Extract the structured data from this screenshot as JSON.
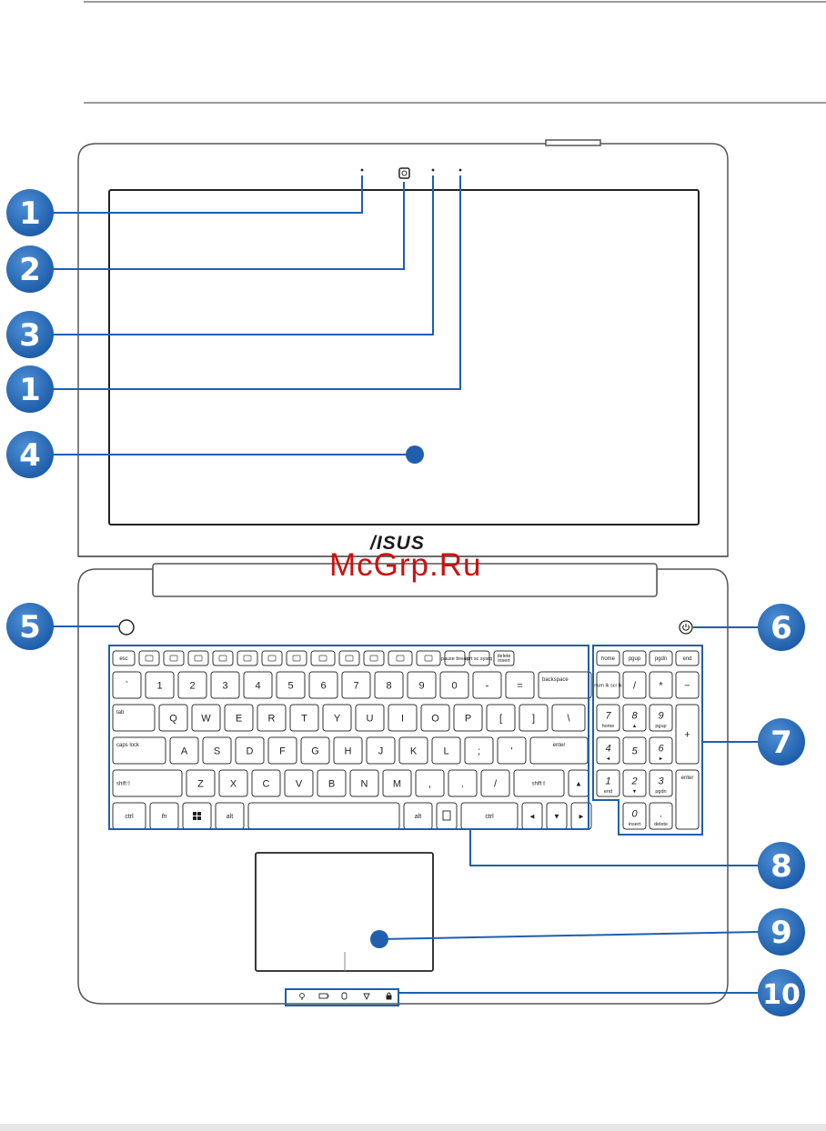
{
  "brand": "/ISUS",
  "watermark": "McGrp.Ru",
  "callouts": [
    "1",
    "2",
    "3",
    "1",
    "4",
    "5",
    "6",
    "7",
    "8",
    "9",
    "10"
  ],
  "keyboard": {
    "fn_row": [
      "esc",
      "",
      "",
      "",
      "",
      "",
      "",
      "",
      "",
      "",
      "",
      "",
      "",
      "pause break",
      "prt sc sysrq",
      "delete"
    ],
    "fn_row_sub": [
      "",
      "",
      "",
      "",
      "",
      "",
      "",
      "",
      "",
      "",
      "",
      "",
      "",
      "",
      "",
      "insert"
    ],
    "number_row": [
      "`",
      "1",
      "2",
      "3",
      "4",
      "5",
      "6",
      "7",
      "8",
      "9",
      "0",
      "-",
      "=",
      "backspace"
    ],
    "qwerty_row": [
      "tab",
      "Q",
      "W",
      "E",
      "R",
      "T",
      "Y",
      "U",
      "I",
      "O",
      "P",
      "[",
      "]",
      "\\"
    ],
    "home_row": [
      "caps lock",
      "A",
      "S",
      "D",
      "F",
      "G",
      "H",
      "J",
      "K",
      "L",
      ";",
      "'",
      "enter"
    ],
    "shift_row": [
      "shift⇧",
      "Z",
      "X",
      "C",
      "V",
      "B",
      "N",
      "M",
      ",",
      ".",
      "/",
      "shift⇧",
      "▲"
    ],
    "bottom_row": [
      "ctrl",
      "fn",
      "",
      "alt",
      "",
      "alt",
      "",
      "ctrl",
      "◄",
      "▼",
      "►"
    ],
    "numpad": {
      "top": [
        "home",
        "pgup",
        "pgdn",
        "end"
      ],
      "row1": [
        "num lk scr lk",
        "/",
        "*",
        "−"
      ],
      "row2": [
        "7",
        "8",
        "9",
        "+"
      ],
      "row2_sub": [
        "home",
        "▲",
        "pgup",
        ""
      ],
      "row3": [
        "4",
        "5",
        "6"
      ],
      "row3_sub": [
        "◄",
        "",
        "►"
      ],
      "row4": [
        "1",
        "2",
        "3",
        "enter"
      ],
      "row4_sub": [
        "end",
        "▼",
        "pgdn",
        ""
      ],
      "row5": [
        "0",
        "."
      ],
      "row5_sub": [
        "insert",
        "delete"
      ]
    }
  },
  "colors": {
    "accent": "#1f5fae",
    "outline": "#555555",
    "rule": "#9a9a9a"
  }
}
